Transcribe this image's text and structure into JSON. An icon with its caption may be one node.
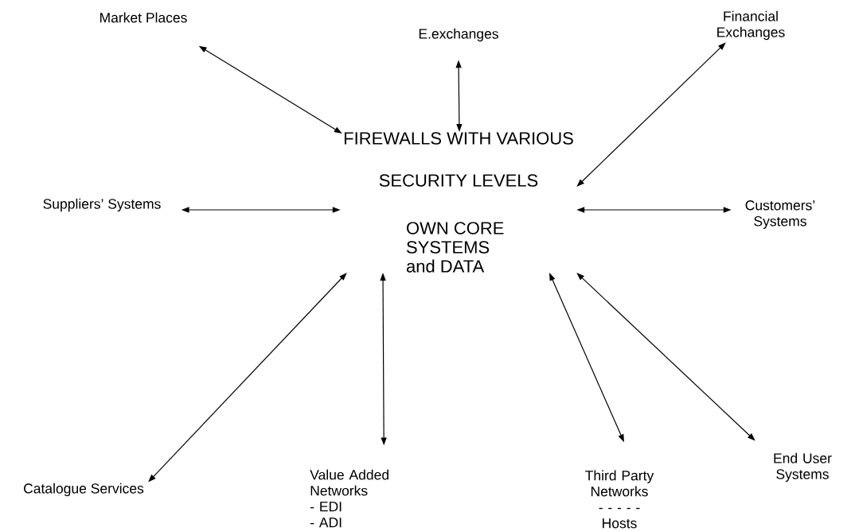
{
  "diagram": {
    "nodes": [
      {
        "text": [
          "Market Places"
        ]
      },
      {
        "text": [
          "E.exchanges"
        ]
      },
      {
        "text": [
          "Financial Exchanges"
        ]
      },
      {
        "text": [
          "FIREWALLS WITH VARIOUS",
          "SECURITY LEVELS",
          "OWN CORE SYSTEMS and DATA"
        ]
      },
      {
        "text": [
          "Suppliers’ Systems"
        ]
      },
      {
        "text": [
          "Customers’ Systems"
        ]
      },
      {
        "text": [
          "Catalogue Services"
        ]
      },
      {
        "text": [
          "End User Systems"
        ]
      },
      {
        "text": [
          "Value Added Networks",
          "- EDI",
          "- ADI"
        ]
      },
      {
        "text": [
          "Third Party Networks",
          "- - - - -",
          "Hosts"
        ]
      }
    ],
    "edges": [
      {
        "from": 0,
        "to": 3,
        "arrow": "both"
      },
      {
        "from": 1,
        "to": 3,
        "arrow": "both"
      },
      {
        "from": 2,
        "to": 3,
        "arrow": "both"
      },
      {
        "from": 4,
        "to": 3,
        "arrow": "both"
      },
      {
        "from": 5,
        "to": 3,
        "arrow": "both"
      },
      {
        "from": 6,
        "to": 3,
        "arrow": "both"
      },
      {
        "from": 8,
        "to": 3,
        "arrow": "both"
      },
      {
        "from": 9,
        "to": 3,
        "arrow": "both"
      },
      {
        "from": 7,
        "to": 3,
        "arrow": "both"
      }
    ]
  }
}
